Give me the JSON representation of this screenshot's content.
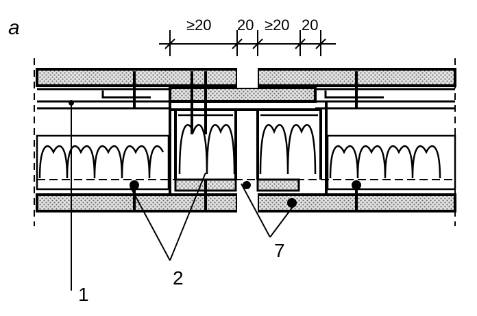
{
  "figure": {
    "letter": "a"
  },
  "dimensions": {
    "d1": "≥20",
    "d2": "20",
    "d3": "≥20",
    "d4": "20"
  },
  "callouts": {
    "c1": "1",
    "c2": "2",
    "c3": "7"
  },
  "colors": {
    "ink": "#000000",
    "paper": "#ffffff",
    "board": "#e2e2e2",
    "hatch": "#7a7a7a"
  }
}
